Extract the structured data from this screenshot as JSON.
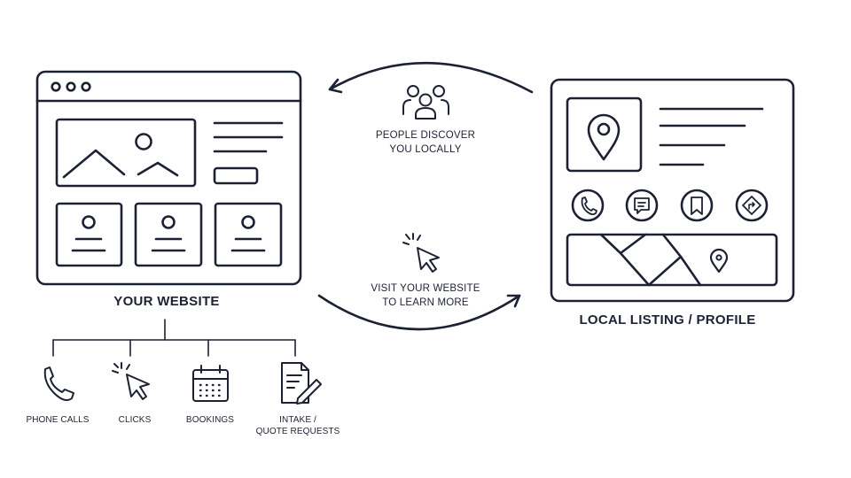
{
  "colors": {
    "ink": "#1c2233",
    "background": "#ffffff"
  },
  "website": {
    "label": "YOUR WEBSITE",
    "icons": [
      "browser-window-icon",
      "image-placeholder-icon",
      "profile-card-icon"
    ]
  },
  "listing": {
    "label": "LOCAL LISTING / PROFILE",
    "actions": [
      "phone-icon",
      "message-icon",
      "bookmark-icon",
      "directions-icon"
    ],
    "icons": [
      "map-pin-icon",
      "map-icon"
    ]
  },
  "flows": {
    "discover": {
      "icon": "people-group-icon",
      "line1": "PEOPLE DISCOVER",
      "line2": "YOU LOCALLY"
    },
    "visit": {
      "icon": "cursor-click-icon",
      "line1": "VISIT YOUR WEBSITE",
      "line2": "TO LEARN MORE"
    }
  },
  "outcomes": [
    {
      "icon": "phone-icon",
      "line1": "PHONE CALLS",
      "line2": ""
    },
    {
      "icon": "cursor-click-icon",
      "line1": "CLICKS",
      "line2": ""
    },
    {
      "icon": "calendar-icon",
      "line1": "BOOKINGS",
      "line2": ""
    },
    {
      "icon": "form-edit-icon",
      "line1": "INTAKE /",
      "line2": "QUOTE REQUESTS"
    }
  ]
}
